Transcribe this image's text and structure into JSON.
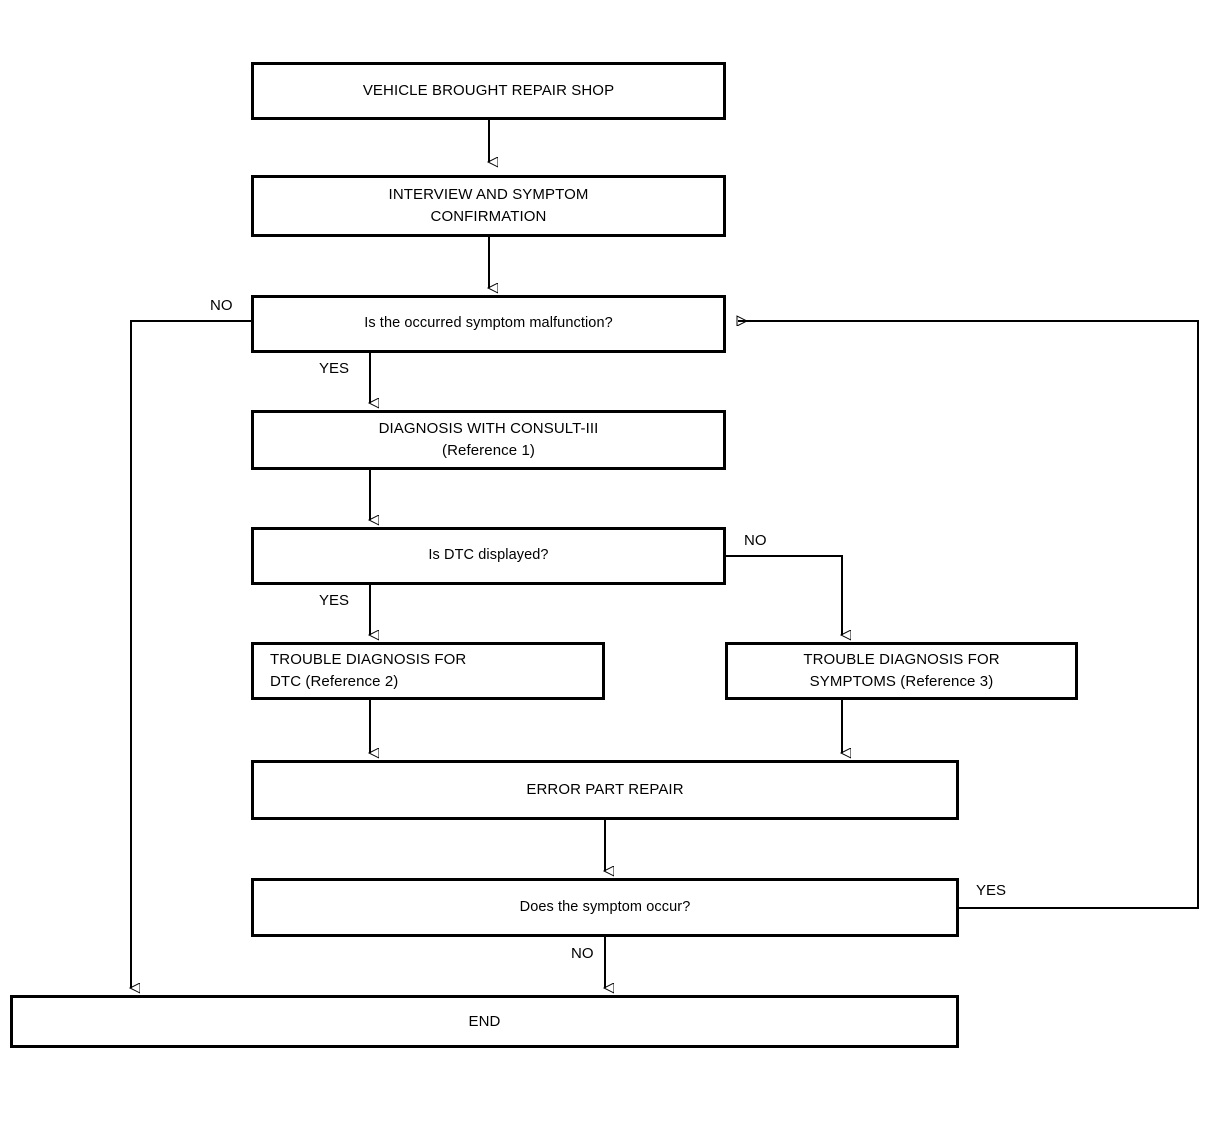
{
  "diagram": {
    "title": "Trouble diagnosis flow chart",
    "type": "flowchart",
    "background_color": "#ffffff",
    "line_color": "#000000",
    "text_color": "#000000"
  },
  "nodes": {
    "start": {
      "label": "VEHICLE BROUGHT REPAIR SHOP"
    },
    "interview": {
      "label": "INTERVIEW AND SYMPTOM\nCONFIRMATION"
    },
    "malfunction_check": {
      "label": "Is the occurred symptom malfunction?"
    },
    "diagnosis_consult": {
      "label": "DIAGNOSIS WITH CONSULT-III\n(Reference 1)"
    },
    "dtc_check": {
      "label": "Is DTC displayed?"
    },
    "trouble_dtc": {
      "label": "TROUBLE DIAGNOSIS FOR\nDTC (Reference 2)"
    },
    "trouble_symptoms": {
      "label": "TROUBLE DIAGNOSIS FOR\nSYMPTOMS (Reference 3)"
    },
    "error_repair": {
      "label": "ERROR PART REPAIR"
    },
    "symptom_occur_check": {
      "label": "Does the symptom occur?"
    },
    "end": {
      "label": "END"
    }
  },
  "edge_labels": {
    "malfunction_no": "NO",
    "malfunction_yes": "YES",
    "dtc_yes": "YES",
    "dtc_no": "NO",
    "occur_yes": "YES",
    "occur_no": "NO"
  }
}
